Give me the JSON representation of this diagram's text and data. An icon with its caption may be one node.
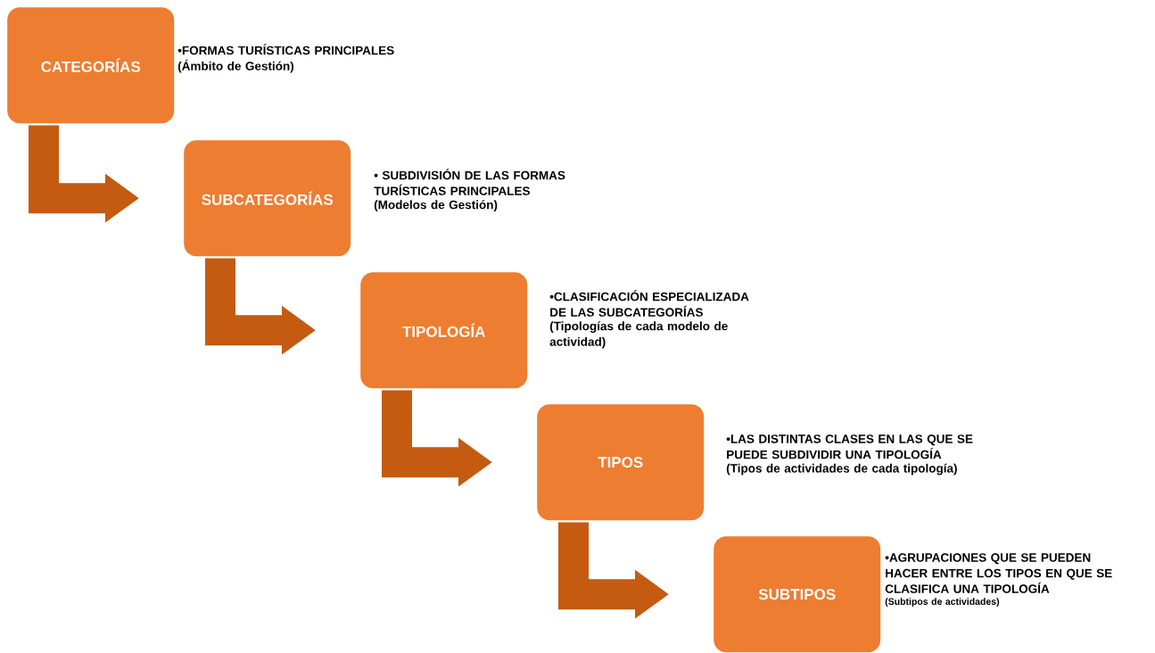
{
  "diagram": {
    "nodes": [
      {
        "text": [
          "CATEGORÍAS"
        ],
        "beside": [
          "•FORMAS TURÍSTICAS PRINCIPALES",
          "(Ámbito de Gestión)"
        ]
      },
      {
        "text": [
          "SUBCATEGORÍAS"
        ],
        "beside": [
          "• SUBDIVISIÓN DE LAS FORMAS TURÍSTICAS PRINCIPALES",
          "(Modelos de Gestión)"
        ]
      },
      {
        "text": [
          "TIPOLOGÍA"
        ],
        "beside": [
          "•CLASIFICACIÓN ESPECIALIZADA DE LAS SUBCATEGORÍAS",
          "(Tipologías de cada modelo de actividad)"
        ]
      },
      {
        "text": [
          "TIPOS"
        ],
        "beside": [
          "•LAS DISTINTAS CLASES EN LAS QUE SE PUEDE SUBDIVIDIR UNA TIPOLOGÍA",
          "(Tipos de actividades de cada tipología)"
        ]
      },
      {
        "text": [
          "SUBTIPOS"
        ],
        "beside": [
          "•AGRUPACIONES QUE SE PUEDEN HACER ENTRE LOS TIPOS EN QUE SE CLASIFICA UNA TIPOLOGÍA",
          "(Subtipos de actividades)"
        ]
      }
    ],
    "edges": [
      {
        "from": 0,
        "to": 1,
        "arrow": "to"
      },
      {
        "from": 1,
        "to": 2,
        "arrow": "to"
      },
      {
        "from": 2,
        "to": 3,
        "arrow": "to"
      },
      {
        "from": 3,
        "to": 4,
        "arrow": "to"
      }
    ]
  }
}
